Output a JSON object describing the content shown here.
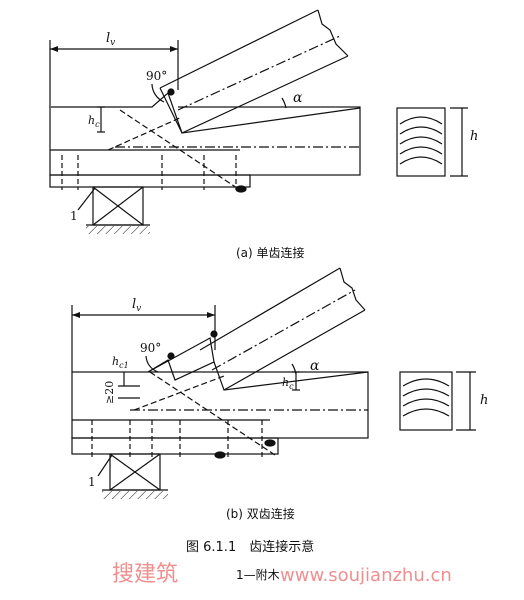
{
  "diagram_a": {
    "subcaption": "(a) 单齿连接",
    "dim_label": "l",
    "dim_sub": "v",
    "angle_label": "90°",
    "depth_label": "h",
    "depth_sub": "c",
    "alpha_label": "α",
    "height_label": "h",
    "member_label": "1"
  },
  "diagram_b": {
    "subcaption": "(b) 双齿连接",
    "dim_label": "l",
    "dim_sub": "v",
    "angle_label": "90°",
    "depth1_label": "h",
    "depth1_sub": "c1",
    "depth2_label": "h",
    "depth2_sub": "c",
    "min_label": "≥20",
    "alpha_label": "α",
    "height_label": "h",
    "member_label": "1"
  },
  "caption": {
    "title": "图 6.1.1　齿连接示意",
    "note": "1—附木"
  },
  "watermark": {
    "cn": "搜建筑",
    "url": "www.soujianzhu.cn"
  }
}
